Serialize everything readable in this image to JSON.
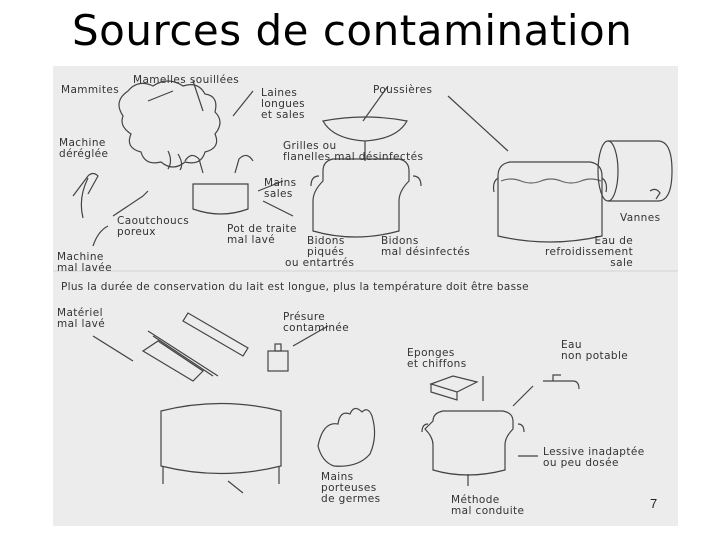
{
  "slide": {
    "title": "Sources de contamination",
    "page_number": "7"
  },
  "figure": {
    "labels": {
      "mammites": "Mammites",
      "mamelles": "Mamelles souillées",
      "laines_1": "Laines",
      "laines_2": "longues",
      "laines_3": "et sales",
      "poussieres": "Poussières",
      "machine_dereglee_1": "Machine",
      "machine_dereglee_2": "déréglée",
      "grilles_1": "Grilles ou",
      "grilles_2": "flanelles mal désinfectés",
      "mains_sales_1": "Mains",
      "mains_sales_2": "sales",
      "caoutchoucs_1": "Caoutchoucs",
      "caoutchoucs_2": "poreux",
      "pot_1": "Pot de traite",
      "pot_2": "mal lavé",
      "bidons_piques_1": "Bidons",
      "bidons_piques_2": "piqués",
      "bidons_piques_3": "ou entartrés",
      "bidons_desinf_1": "Bidons",
      "bidons_desinf_2": "mal désinfectés",
      "vannes": "Vannes",
      "eau_refroid_1": "Eau de",
      "eau_refroid_2": "refroidissement",
      "eau_refroid_3": "sale",
      "machine_lavee_1": "Machine",
      "machine_lavee_2": "mal lavée",
      "materiel_1": "Matériel",
      "materiel_2": "mal lavé",
      "presure_1": "Présure",
      "presure_2": "contaminée",
      "eau_potable_1": "Eau",
      "eau_potable_2": "non potable",
      "eponges_1": "Eponges",
      "eponges_2": "et chiffons",
      "lessive_1": "Lessive inadaptée",
      "lessive_2": "ou peu dosée",
      "mains_porteuses_1": "Mains",
      "mains_porteuses_2": "porteuses",
      "mains_porteuses_3": "de germes",
      "methode_1": "Méthode",
      "methode_2": "mal conduite"
    },
    "caption": "Plus la durée de conservation du lait est longue, plus la température doit être basse"
  }
}
